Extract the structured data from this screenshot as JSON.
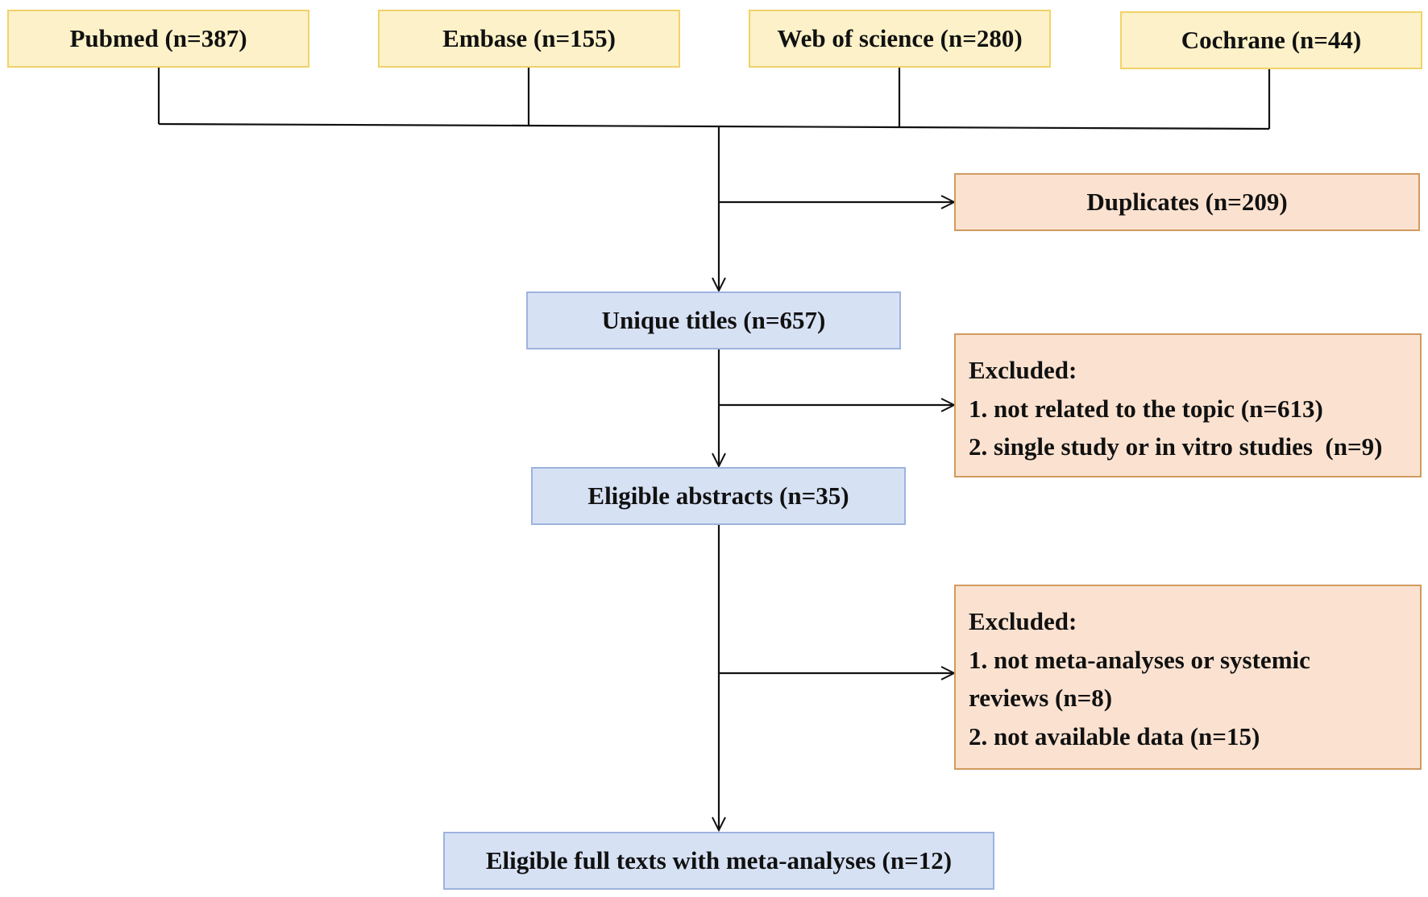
{
  "sources": [
    {
      "label": "Pubmed (n=387)"
    },
    {
      "label": "Embase (n=155)"
    },
    {
      "label": "Web of science (n=280)"
    },
    {
      "label": "Cochrane (n=44)"
    }
  ],
  "duplicates": {
    "label": "Duplicates (n=209)"
  },
  "unique_titles": {
    "label": "Unique titles (n=657)"
  },
  "exclusion1": {
    "heading": "Excluded:",
    "items": [
      "1. not related to the topic (n=613)",
      "2. single study or in vitro studies  (n=9)"
    ]
  },
  "eligible_abstracts": {
    "label": "Eligible abstracts (n=35)"
  },
  "exclusion2": {
    "heading": "Excluded:",
    "items": [
      "1. not meta-analyses or systemic",
      "reviews (n=8)",
      "2. not available data (n=15)"
    ]
  },
  "final": {
    "label": "Eligible full texts with meta-analyses (n=12)"
  },
  "colors": {
    "source_fill": "#fcf1c8",
    "source_border": "#f1d26a",
    "exclusion_fill": "#fbe2d0",
    "exclusion_border": "#d19a5f",
    "step_fill": "#d7e1f4",
    "step_border": "#9db3df",
    "line": "#111111"
  }
}
